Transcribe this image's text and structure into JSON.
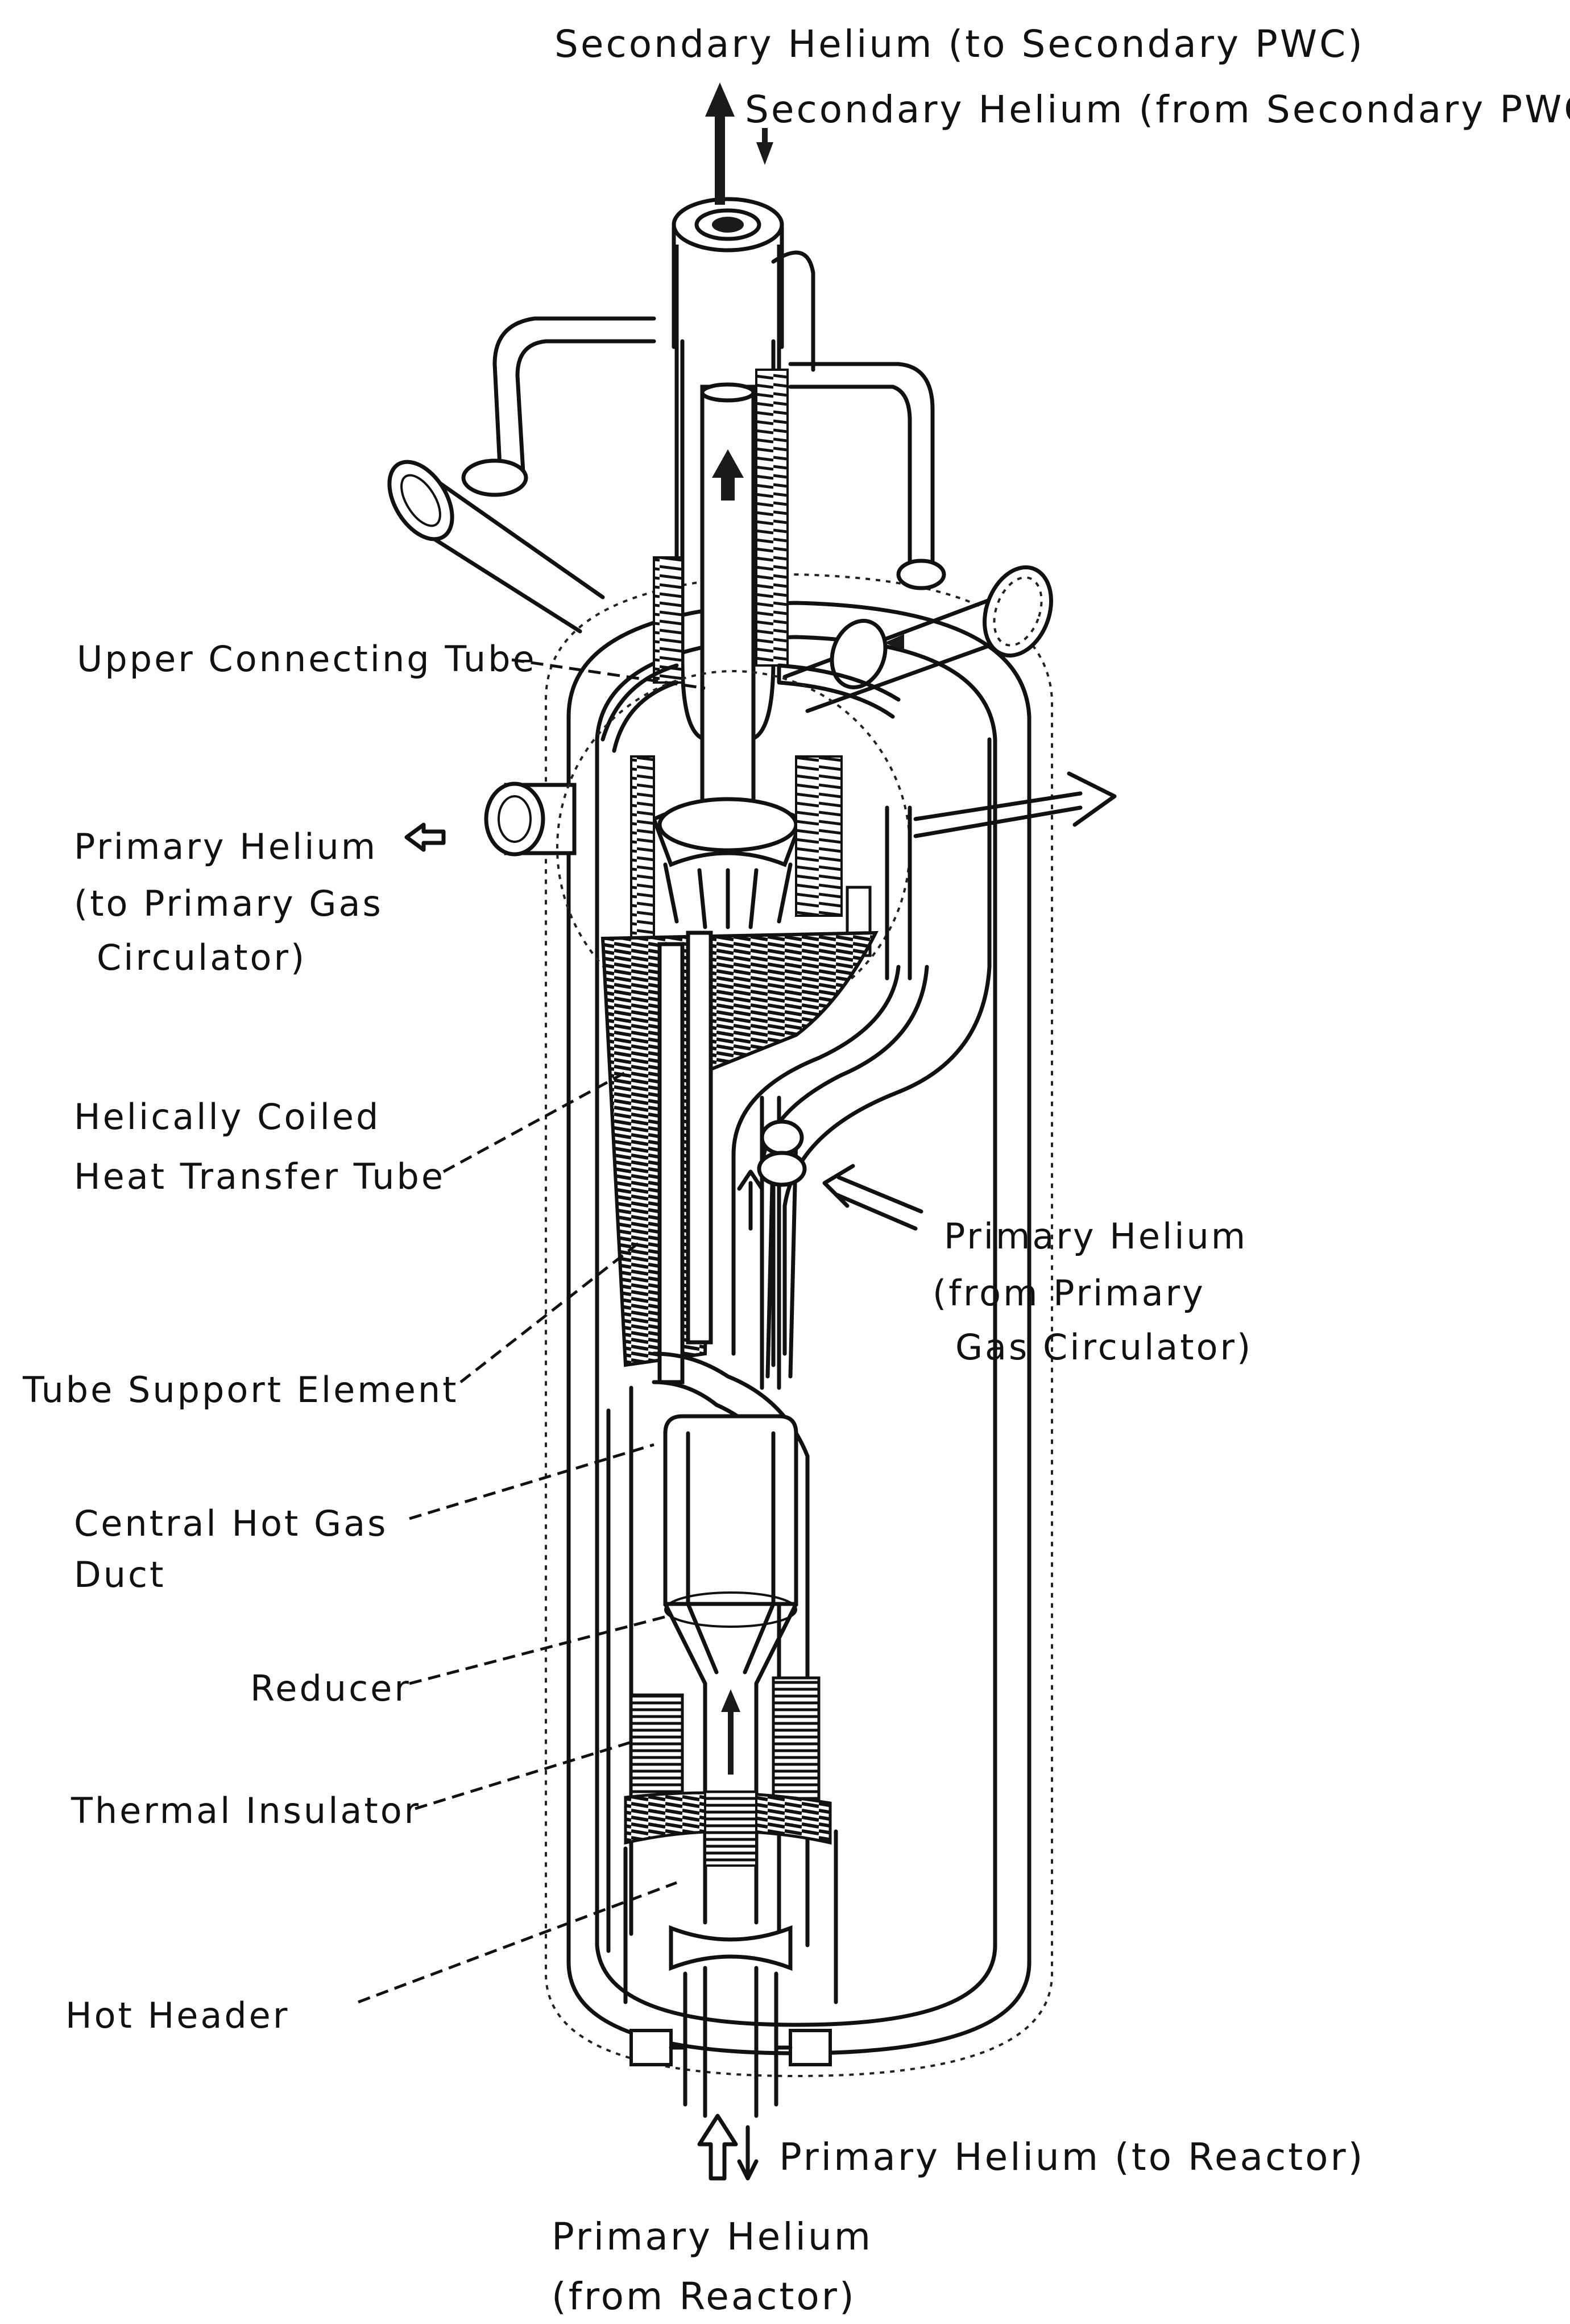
{
  "labels": {
    "secondary_to": "Secondary Helium (to Secondary PWC)",
    "secondary_from": "Secondary Helium (from Secondary PWC)",
    "upper_connecting_tube": "Upper Connecting Tube",
    "primary_to_circ_1": "Primary Helium",
    "primary_to_circ_2": "(to Primary Gas",
    "primary_to_circ_3": "Circulator)",
    "helical_1": "Helically Coiled",
    "helical_2": "Heat Transfer Tube",
    "primary_from_circ_1": "Primary Helium",
    "primary_from_circ_2": "(from Primary",
    "primary_from_circ_3": "Gas Circulator)",
    "tube_support": "Tube Support Element",
    "central_duct_1": "Central Hot Gas",
    "central_duct_2": "Duct",
    "reducer": "Reducer",
    "thermal_insulator": "Thermal Insulator",
    "hot_header": "Hot Header",
    "primary_to_reactor": "Primary Helium (to Reactor)",
    "primary_from_reactor_1": "Primary Helium",
    "primary_from_reactor_2": "(from Reactor)"
  }
}
